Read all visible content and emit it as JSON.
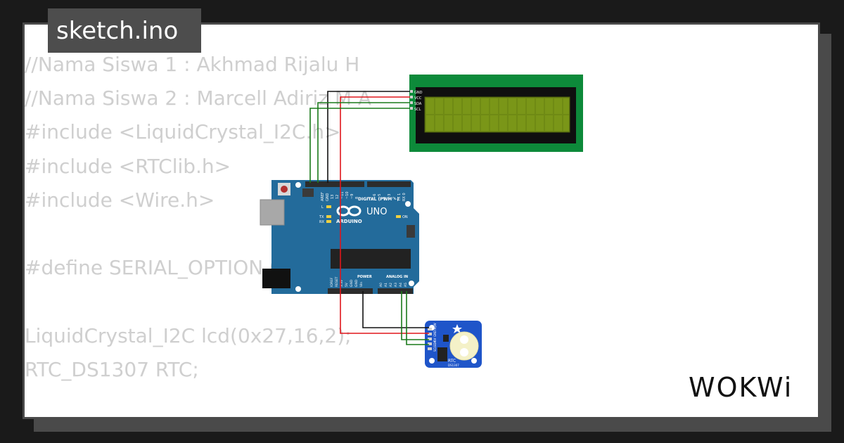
{
  "file_tab": {
    "title": "sketch.ino"
  },
  "code_lines": [
    "//Nama Siswa 1 : Akhmad Rijalu H",
    "//Nama Siswa 2 : Marcell Adiriz M A",
    "#include <LiquidCrystal_I2C.h>",
    "#include <RTClib.h>",
    "#include <Wire.h>",
    "",
    "#define SERIAL_OPTION 0",
    "",
    "LiquidCrystal_I2C lcd(0x27,16,2);",
    "RTC_DS1307 RTC;"
  ],
  "lcd": {
    "pins": [
      "GND",
      "VCC",
      "SDA",
      "SCL"
    ]
  },
  "arduino": {
    "top_labels": [
      "AREF",
      "GND",
      "13",
      "12",
      "~11",
      "~10",
      "~9",
      "8",
      "7",
      "~6",
      "~5",
      "4",
      "~3",
      "2",
      "TX 1",
      "RX 0"
    ],
    "digital_label": "DIGITAL (PWM ~)",
    "brand": "ARDUINO",
    "model": "UNO",
    "led_labels": [
      "L",
      "TX",
      "RX"
    ],
    "on_label": "ON",
    "power_title": "POWER",
    "power_labels": [
      "IOREF",
      "RESET",
      "3.3V",
      "5V",
      "GND",
      "GND",
      "Vin"
    ],
    "analog_title": "ANALOG IN",
    "analog_labels": [
      "A0",
      "A1",
      "A2",
      "A3",
      "A4",
      "A5"
    ]
  },
  "rtc": {
    "label": "RTC",
    "chip": "DS1307",
    "pins": [
      "SQW",
      "GND",
      "5V",
      "SDA",
      "SCL"
    ]
  },
  "brand_logo": "WOKWi",
  "colors": {
    "background": "#1a1a1a",
    "card": "#ffffff",
    "tab": "#4d4d4d",
    "code_text": "#cfcfcf",
    "board": "#236b9b",
    "lcd_pcb": "#0d8a3a",
    "lcd_screen": "#6f8a14",
    "rtc_board": "#1f55c9",
    "wire_red": "#e0161c",
    "wire_green": "#1a7a1a",
    "wire_black": "#111111"
  }
}
